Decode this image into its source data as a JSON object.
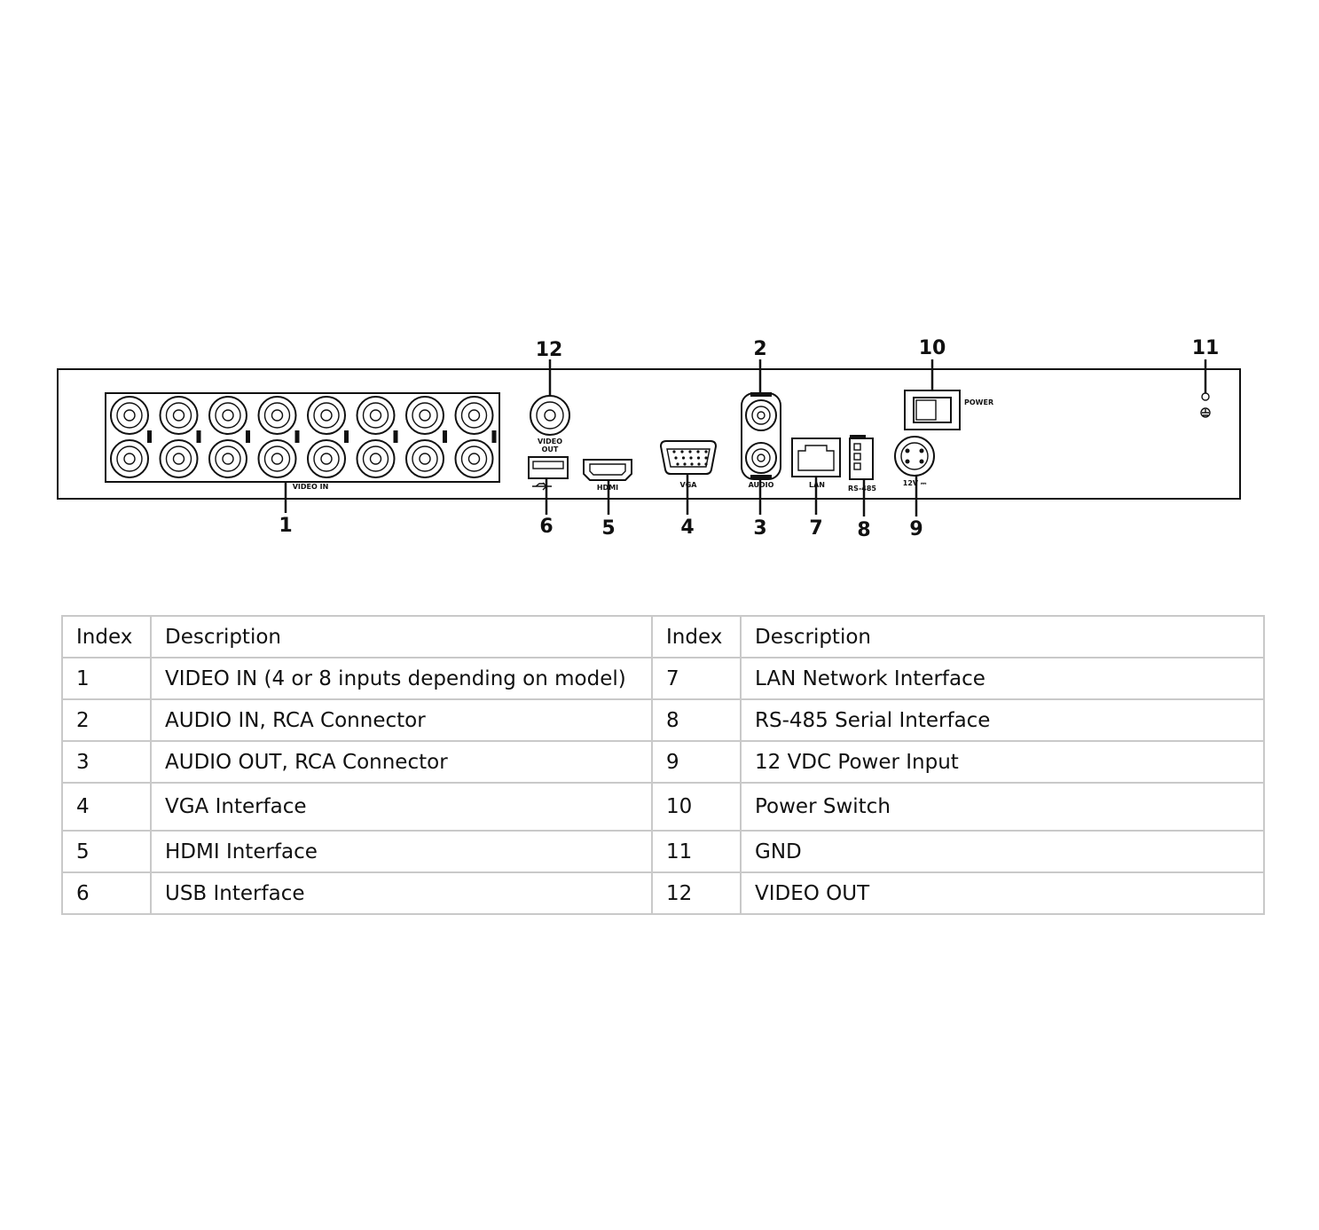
{
  "diagram": {
    "callouts": [
      "1",
      "2",
      "3",
      "4",
      "5",
      "6",
      "7",
      "8",
      "9",
      "10",
      "11",
      "12"
    ],
    "panel_labels": {
      "video_in": "VIDEO IN",
      "video_out": [
        "VIDEO",
        "OUT"
      ],
      "vga": "VGA",
      "audio": "AUDIO",
      "lan": "LAN",
      "rs485": "RS-485",
      "power": "POWER",
      "dc": "12V ⎓",
      "hdmi": "HDMI"
    }
  },
  "table": {
    "headers": [
      "Index",
      "Description",
      "Index",
      "Description"
    ],
    "rows": [
      [
        "1",
        "VIDEO IN  (4 or 8 inputs depending on model)",
        "7",
        "LAN Network Interface"
      ],
      [
        "2",
        "AUDIO IN, RCA Connector",
        "8",
        "RS-485 Serial Interface"
      ],
      [
        "3",
        "AUDIO OUT, RCA Connector",
        "9",
        "12 VDC Power Input"
      ],
      [
        "4",
        "VGA Interface",
        "10",
        "Power Switch"
      ],
      [
        "5",
        "HDMI Interface",
        "11",
        "GND"
      ],
      [
        "6",
        "USB Interface",
        "12",
        "VIDEO OUT"
      ]
    ]
  },
  "icons": [
    "bnc-connector-icon",
    "usb-port-icon",
    "hdmi-port-icon",
    "vga-port-icon",
    "rca-jack-icon",
    "rj45-port-icon",
    "terminal-block-icon",
    "dc-power-jack-icon",
    "rocker-switch-icon",
    "ground-symbol-icon"
  ]
}
